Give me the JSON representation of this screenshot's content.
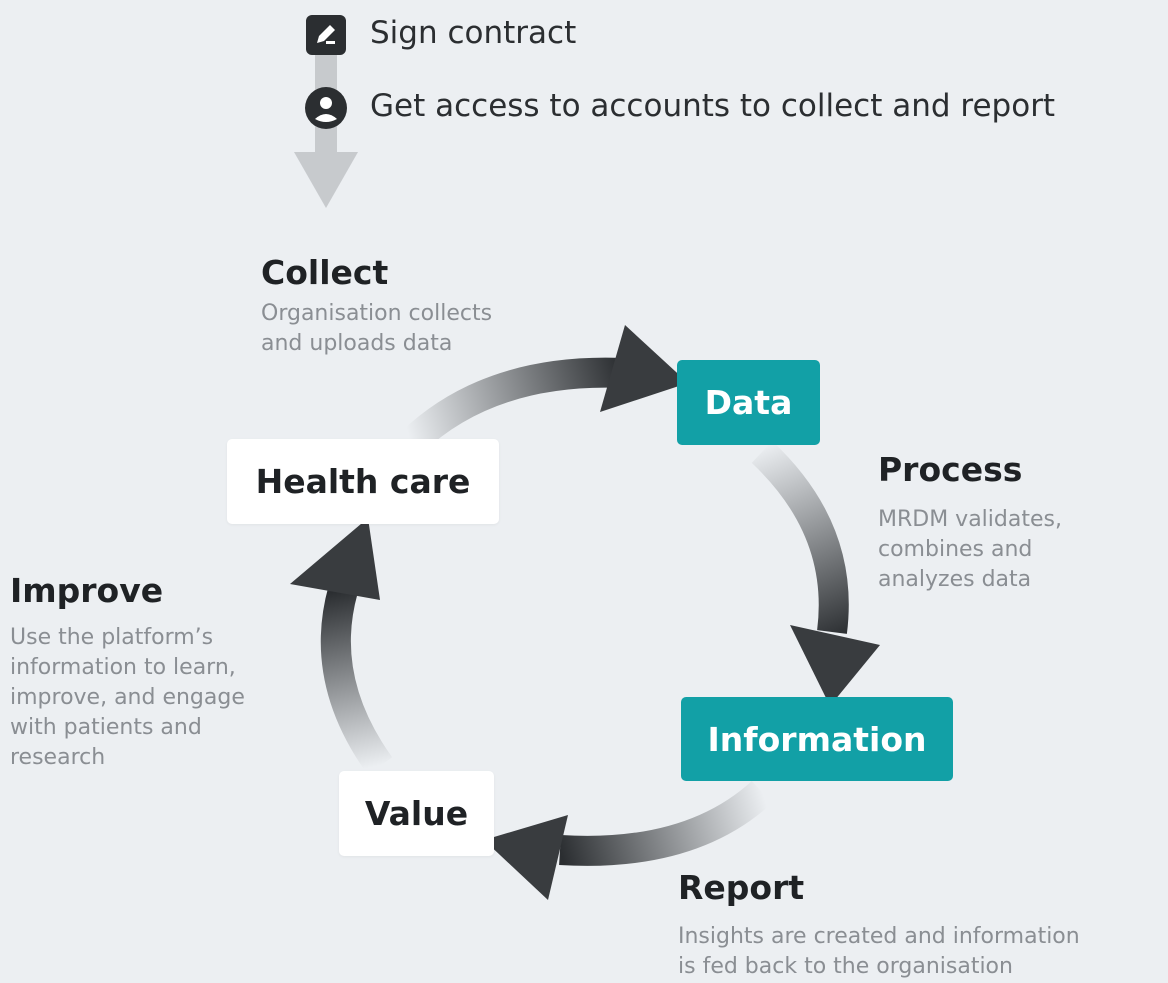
{
  "onboarding": {
    "step1": {
      "label": "Sign contract",
      "icon": "edit-document-icon"
    },
    "step2": {
      "label": "Get access to accounts to collect and report",
      "icon": "user-account-icon"
    }
  },
  "nodes": {
    "health_care": "Health care",
    "data": "Data",
    "information": "Information",
    "value": "Value"
  },
  "phases": {
    "collect": {
      "title": "Collect",
      "desc": [
        "Organisation collects",
        "and uploads data"
      ]
    },
    "process": {
      "title": "Process",
      "desc": [
        "MRDM validates,",
        "combines and",
        "analyzes data"
      ]
    },
    "report": {
      "title": "Report",
      "desc": [
        "Insights are created and information",
        "is fed back to the organisation"
      ]
    },
    "improve": {
      "title": "Improve",
      "desc": [
        "Use the platform’s",
        "information to learn,",
        "improve, and engage",
        "with patients and",
        "research"
      ]
    }
  },
  "colors": {
    "background": "#eceff2",
    "teal": "#12a0a6",
    "dark": "#2b2e31",
    "arrow_light": "#c7cacd"
  }
}
